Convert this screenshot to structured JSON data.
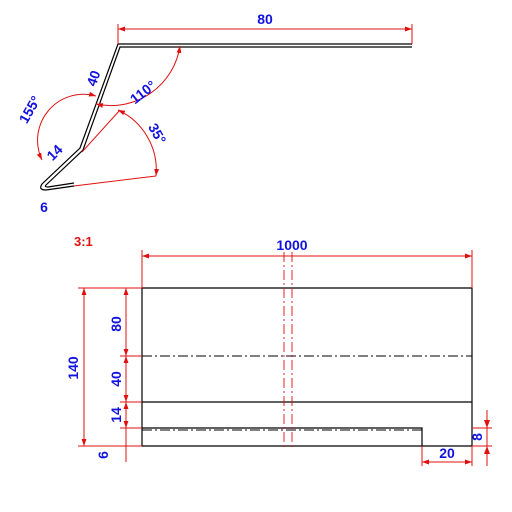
{
  "drawing": {
    "profile": {
      "top_length": "80",
      "segment_40": "40",
      "segment_14": "14",
      "hem": "6",
      "angle_155": "155°",
      "angle_110": "110°",
      "angle_35": "35°"
    },
    "flat": {
      "scale": "3:1",
      "total_length": "1000",
      "total_width": "140",
      "band_80": "80",
      "band_40": "40",
      "band_14": "14",
      "band_6": "6",
      "notch_width": "20",
      "notch_height": "8"
    }
  },
  "colors": {
    "dimension": "#e01010",
    "label": "#1212e0",
    "part": "#000000"
  }
}
